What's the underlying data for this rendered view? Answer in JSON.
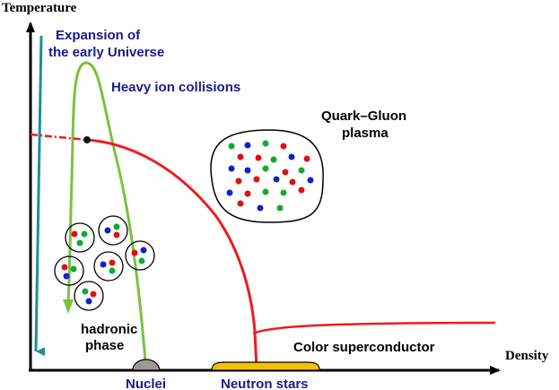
{
  "axes": {
    "y_label": "Temperature",
    "x_label": "Density"
  },
  "labels": {
    "expansion": [
      "Expansion of",
      "the early Universe"
    ],
    "heavy_ion": "Heavy ion collisions",
    "qgp": [
      "Quark–Gluon",
      "plasma"
    ],
    "hadronic": [
      "hadronic",
      "phase"
    ],
    "color_sc": "Color superconductor",
    "nuclei": "Nuclei",
    "neutron_stars": "Neutron stars"
  },
  "colors": {
    "axis": "#000000",
    "expansion_arrow": "#1a8f9a",
    "collision_path": "#7ac142",
    "phase_boundary": "#ee1c1c",
    "label_blue": "#1a1a8c",
    "quark_red": "#dd1111",
    "quark_green": "#11aa33",
    "quark_blue": "#1122cc",
    "neutron_star_fill": "#f2c200",
    "nucleus_fill": "#999999"
  }
}
